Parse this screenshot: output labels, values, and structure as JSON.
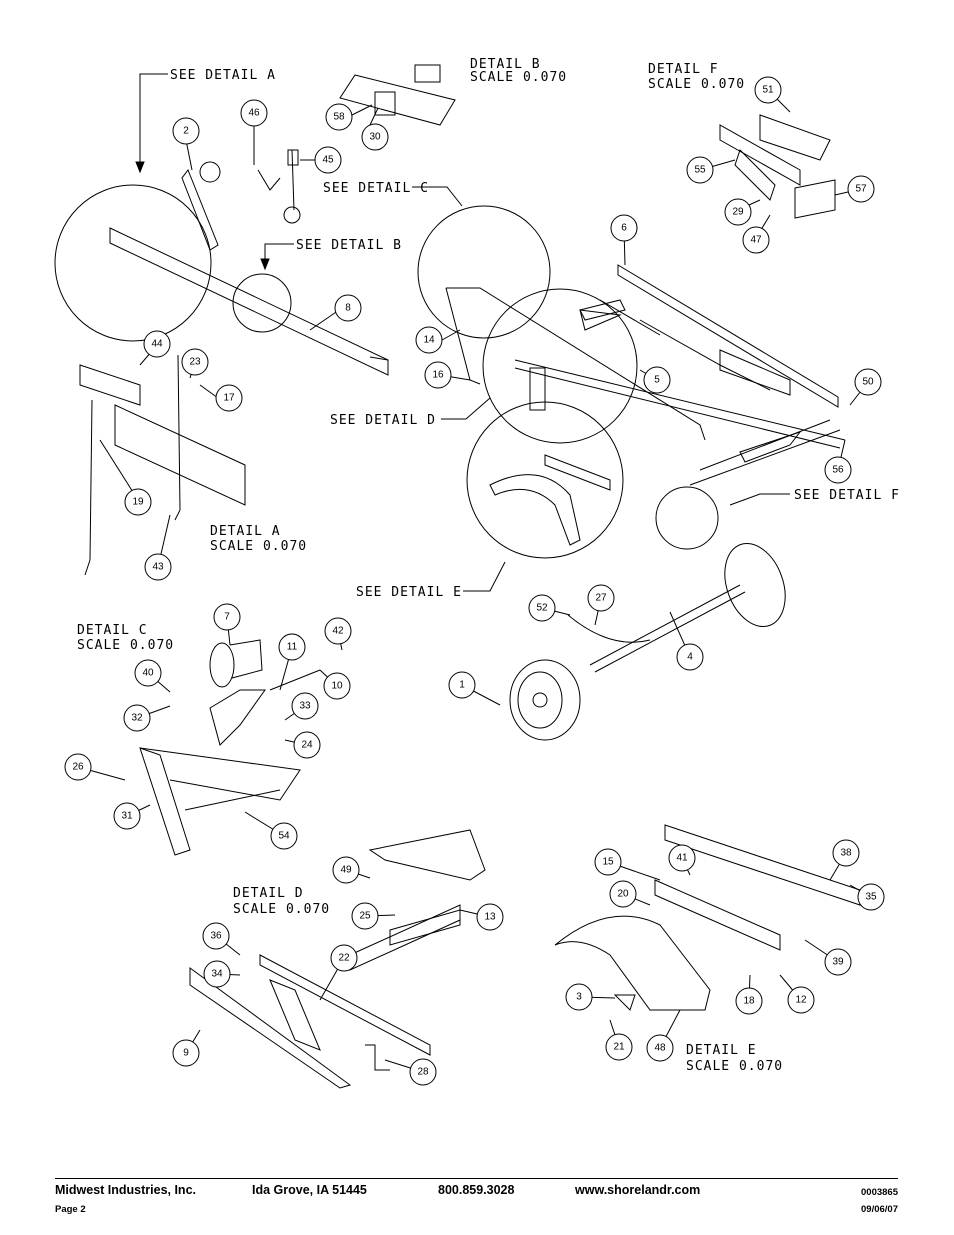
{
  "detail_titles": {
    "A": [
      "DETAIL  A",
      "SCALE  0.070"
    ],
    "B": [
      "DETAIL  B",
      "SCALE  0.070"
    ],
    "C": [
      "DETAIL  C",
      "SCALE  0.070"
    ],
    "D": [
      "DETAIL  D",
      "SCALE  0.070"
    ],
    "E": [
      "DETAIL  E",
      "SCALE  0.070"
    ],
    "F": [
      "DETAIL  F",
      "SCALE  0.070"
    ]
  },
  "callouts": {
    "see_a": "SEE DETAIL  A",
    "see_b": "SEE DETAIL  B",
    "see_c": "SEE DETAIL  C",
    "see_d": "SEE DETAIL  D",
    "see_e": "SEE DETAIL  E",
    "see_f": "SEE DETAIL  F"
  },
  "parts": [
    "1",
    "2",
    "3",
    "4",
    "5",
    "6",
    "7",
    "8",
    "9",
    "10",
    "11",
    "12",
    "13",
    "14",
    "15",
    "16",
    "17",
    "18",
    "19",
    "20",
    "21",
    "22",
    "23",
    "24",
    "25",
    "26",
    "27",
    "28",
    "29",
    "30",
    "31",
    "32",
    "33",
    "34",
    "35",
    "36",
    "38",
    "39",
    "40",
    "41",
    "42",
    "43",
    "44",
    "45",
    "46",
    "47",
    "48",
    "49",
    "50",
    "51",
    "52",
    "54",
    "55",
    "56",
    "57",
    "58"
  ],
  "footer": {
    "company": "Midwest Industries, Inc.",
    "city": "Ida Grove, IA  51445",
    "phone": "800.859.3028",
    "website": "www.shorelandr.com",
    "page": "Page 2",
    "doc_number": "0003865",
    "date": "09/06/07"
  }
}
